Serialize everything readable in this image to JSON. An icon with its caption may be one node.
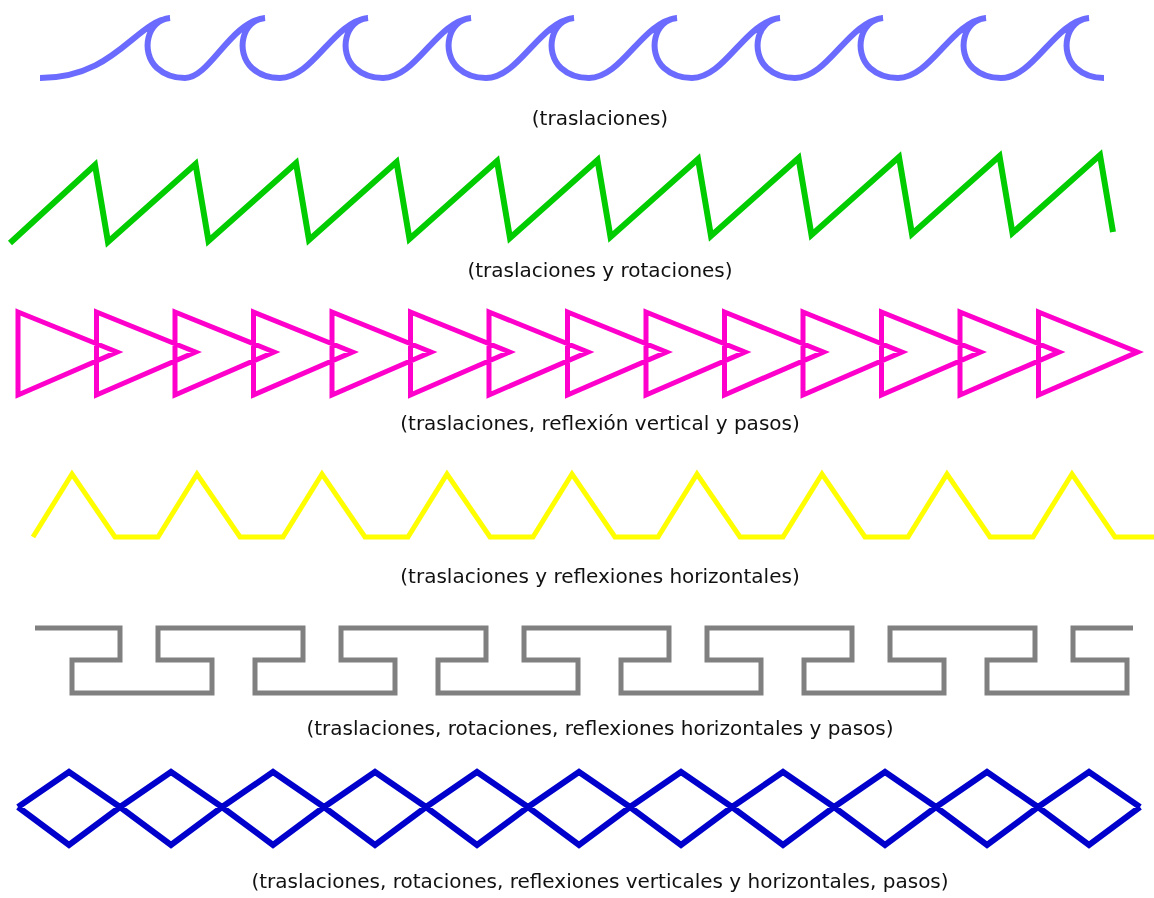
{
  "diagram": {
    "labels": [
      "(traslaciones)",
      "(traslaciones y rotaciones)",
      "(traslaciones, reflexión vertical y pasos)",
      "(traslaciones y reflexiones horizontales)",
      "(traslaciones, rotaciones, reflexiones horizontales y pasos)",
      "(traslaciones, rotaciones, reflexiones verticales y horizontales, pasos)"
    ]
  }
}
